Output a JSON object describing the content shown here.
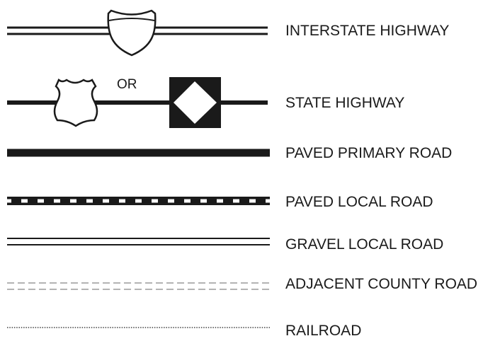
{
  "legend": {
    "items": [
      {
        "id": "interstate",
        "label": "INTERSTATE HIGHWAY",
        "symbol": "double-line-with-interstate-shield"
      },
      {
        "id": "state",
        "label": "STATE HIGHWAY",
        "symbol": "thick-line-with-us-shield-or-diamond-marker",
        "connector": "OR"
      },
      {
        "id": "paved-primary",
        "label": "PAVED PRIMARY ROAD",
        "symbol": "heavy-solid-line"
      },
      {
        "id": "paved-local",
        "label": "PAVED LOCAL ROAD",
        "symbol": "checkered-line"
      },
      {
        "id": "gravel-local",
        "label": "GRAVEL LOCAL ROAD",
        "symbol": "thin-double-line"
      },
      {
        "id": "adjacent-county",
        "label": "ADJACENT COUNTY ROAD",
        "symbol": "gray-dashed-double-line"
      },
      {
        "id": "railroad",
        "label": "RAILROAD",
        "symbol": "dotted-line"
      }
    ]
  },
  "colors": {
    "line": "#1a1a1a",
    "adjacent": "#9a9a9a",
    "background": "#ffffff"
  }
}
